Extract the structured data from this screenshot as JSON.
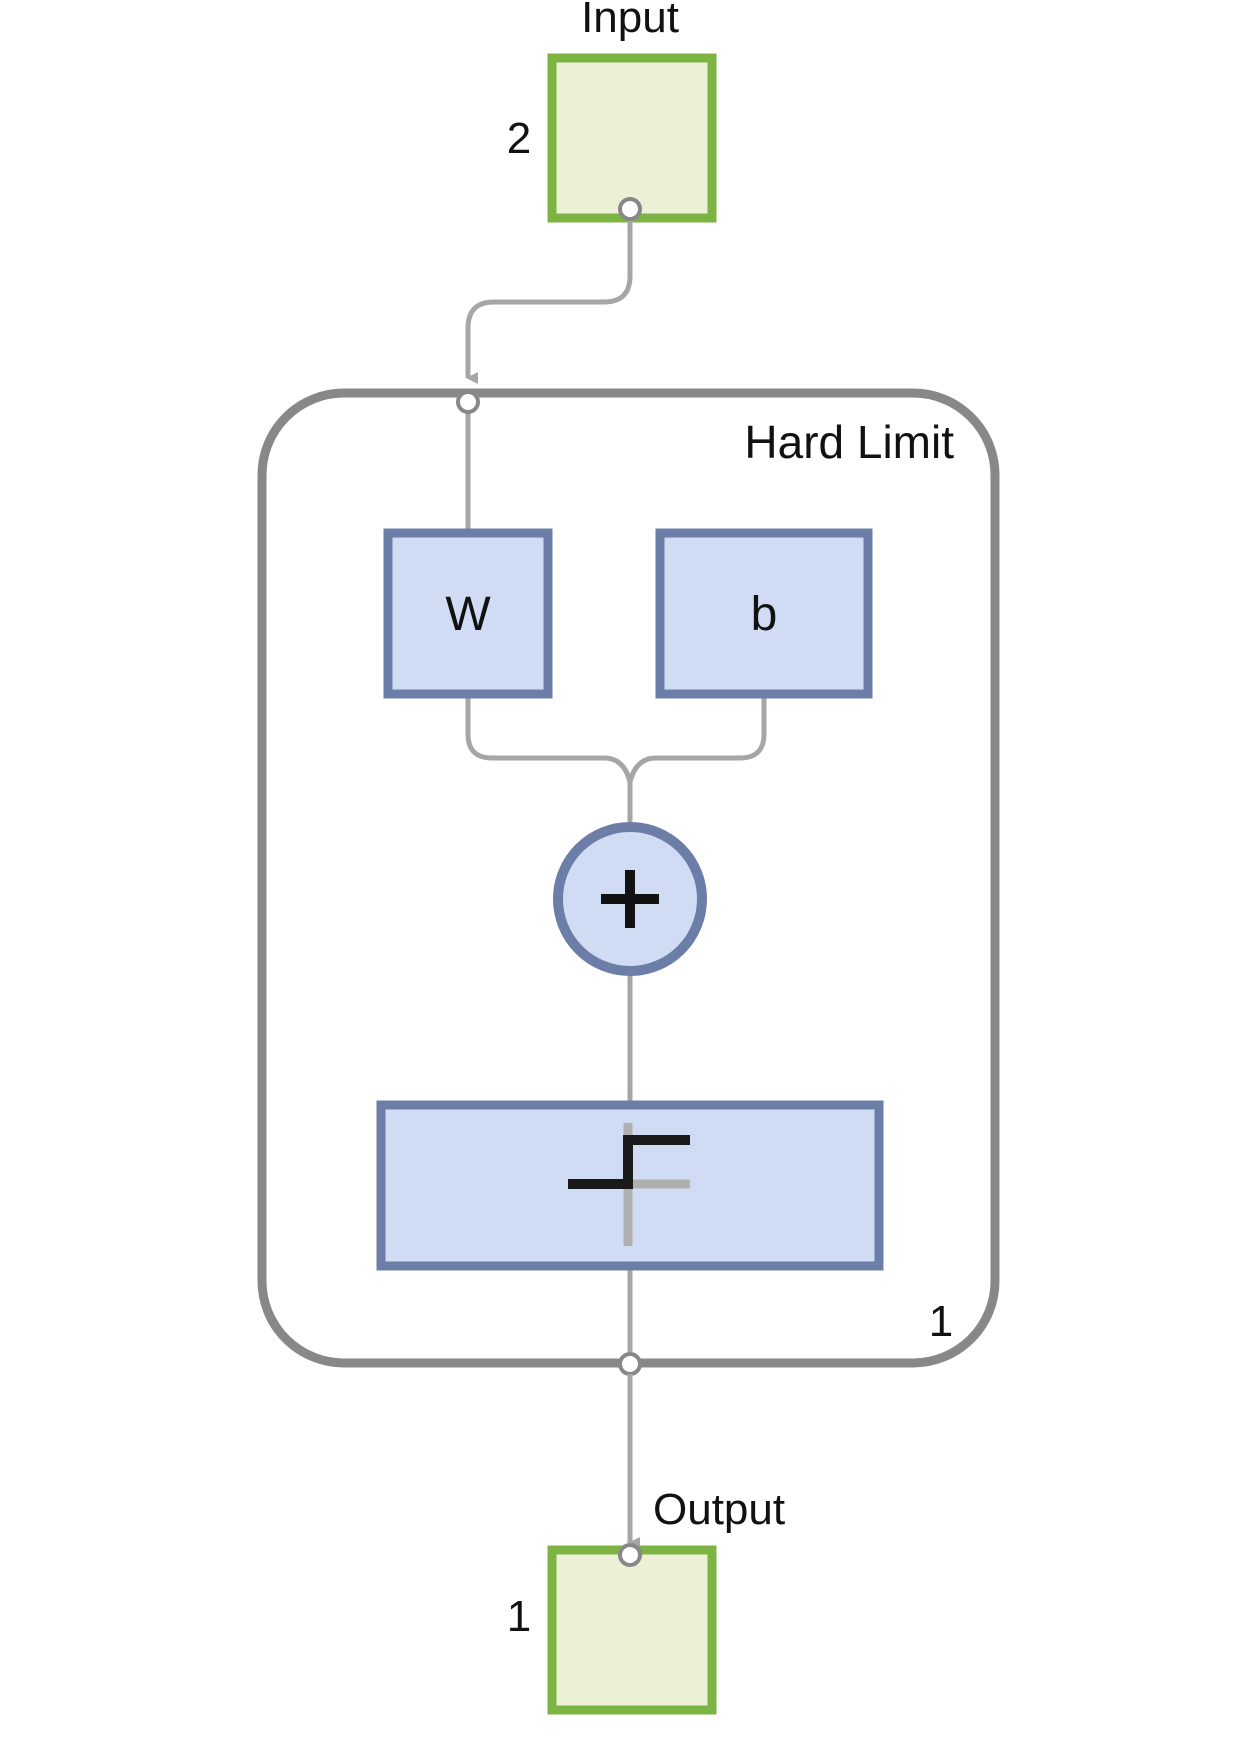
{
  "input": {
    "label": "Input",
    "size": "2"
  },
  "layer": {
    "title": "Hard Limit",
    "size": "1",
    "weight_label": "W",
    "bias_label": "b",
    "sum_symbol": "+",
    "transfer_icon": "hardlim-step-icon"
  },
  "output": {
    "label": "Output",
    "size": "1"
  },
  "colors": {
    "io_border": "#7cb342",
    "io_fill": "#ecf1d6",
    "block_border": "#6c7ea8",
    "block_fill": "#d0dcf3",
    "layer_border": "#888888",
    "wire": "#a6a6a6"
  }
}
